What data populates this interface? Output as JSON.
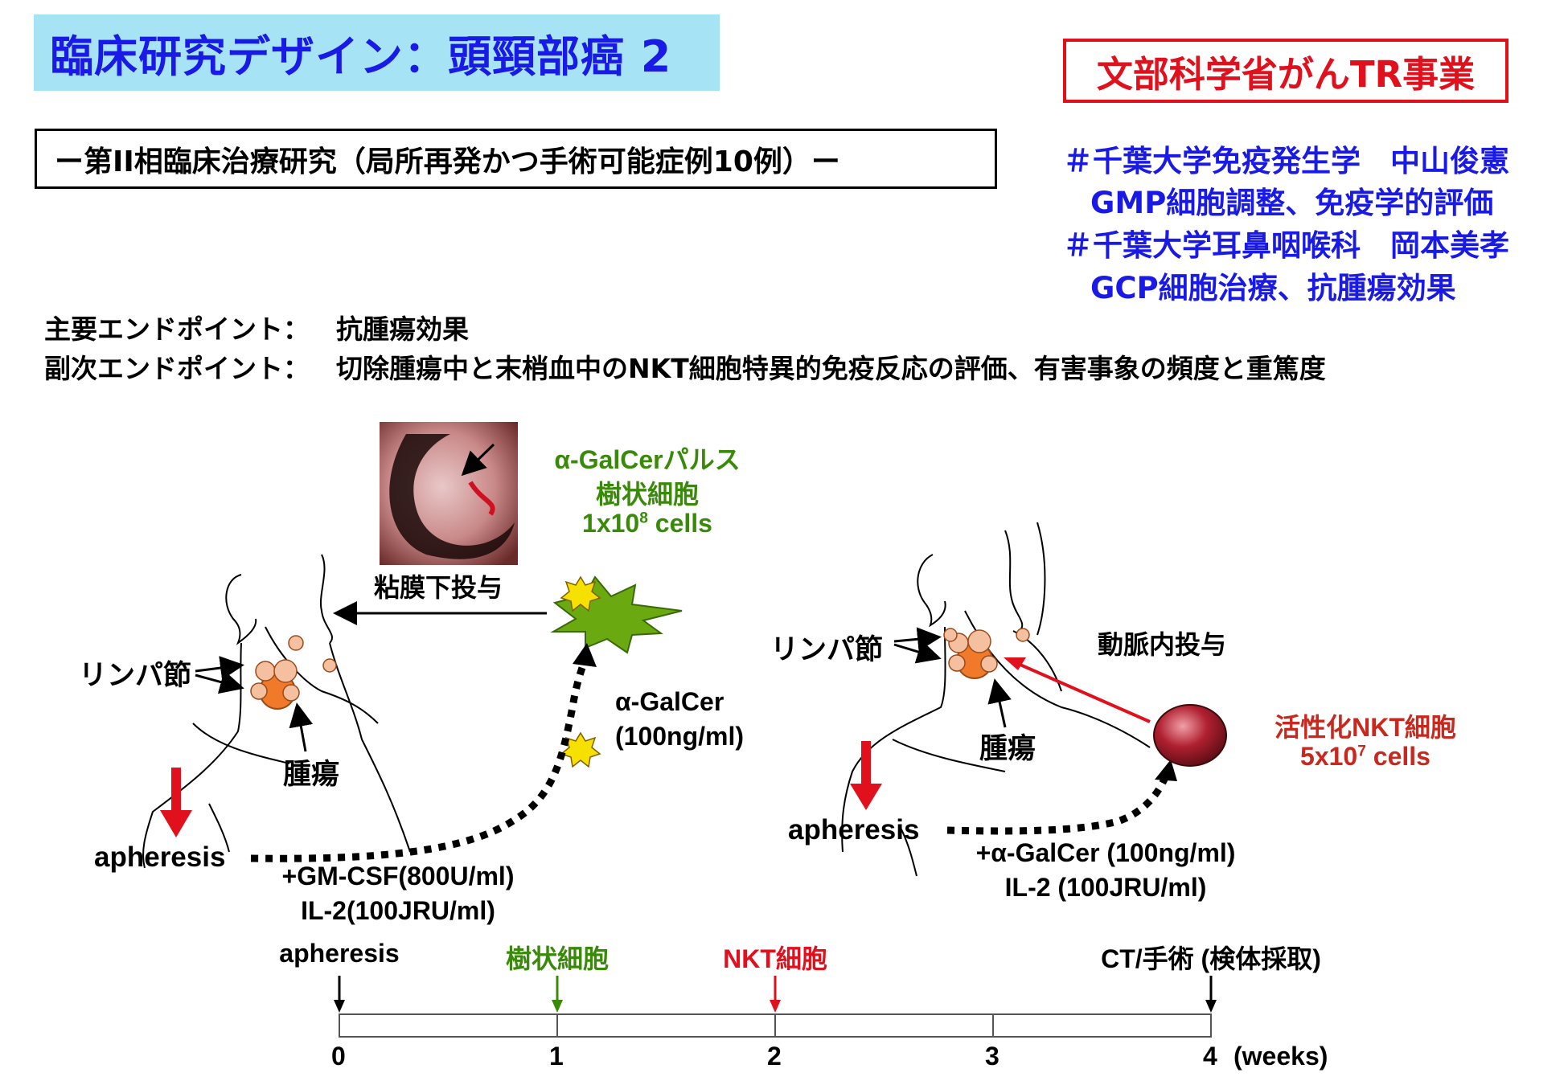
{
  "title": "臨床研究デザイン：頭頸部癌 2",
  "program": "文部科学省がんTR事業",
  "subtitle": "ー第II相臨床治療研究（局所再発かつ手術可能症例10例）ー",
  "affiliations": [
    "＃千葉大学免疫発生学　中山俊憲",
    "GMP細胞調整、免疫学的評価",
    "＃千葉大学耳鼻咽喉科　岡本美孝",
    "GCP細胞治療、抗腫瘍効果"
  ],
  "endpoints": {
    "primary_label": "主要エンドポイント：",
    "primary_value": "抗腫瘍効果",
    "secondary_label": "副次エンドポイント：",
    "secondary_value": "切除腫瘍中と末梢血中のNKT細胞特異的免疫反応の評価、有害事象の頻度と重篤度"
  },
  "left_panel": {
    "lymph_label": "リンパ節",
    "tumor_label": "腫瘍",
    "apheresis": "apheresis",
    "injection_route": "粘膜下投与",
    "dc_line1": "α-GalCerパルス",
    "dc_line2": "樹状細胞",
    "dc_line3_base": "1x10",
    "dc_line3_exp": "8",
    "dc_line3_unit": " cells",
    "galcer_line1": "α-GalCer",
    "galcer_line2": "(100ng/ml)",
    "culture_line1": "+GM-CSF(800U/ml)",
    "culture_line2": "IL-2(100JRU/ml)"
  },
  "right_panel": {
    "lymph_label": "リンパ節",
    "tumor_label": "腫瘍",
    "injection_route": "動脈内投与",
    "nkt_line1": "活性化NKT細胞",
    "nkt_line2_base": "5x10",
    "nkt_line2_exp": "7",
    "nkt_line2_unit": " cells",
    "apheresis": "apheresis",
    "culture_line1": "+α-GalCer (100ng/ml)",
    "culture_line2": "IL-2 (100JRU/ml)"
  },
  "timeline": {
    "events": [
      {
        "label": "apheresis",
        "week": 0,
        "color": "#000000"
      },
      {
        "label": "樹状細胞",
        "week": 1,
        "color": "#3a8a0a"
      },
      {
        "label": "NKT細胞",
        "week": 2,
        "color": "#e0101c"
      },
      {
        "label": "CT/手術 (検体採取)",
        "week": 4,
        "color": "#000000"
      }
    ],
    "ticks": [
      "0",
      "1",
      "2",
      "3",
      "4"
    ],
    "unit": "(weeks)"
  },
  "colors": {
    "title_bg": "#a6e3f4",
    "title_text": "#1a1ae6",
    "program_red": "#e0101c",
    "dc_green": "#3a8a0a",
    "nkt_red": "#c8281e",
    "tumor_orange": "#f07a2a"
  }
}
